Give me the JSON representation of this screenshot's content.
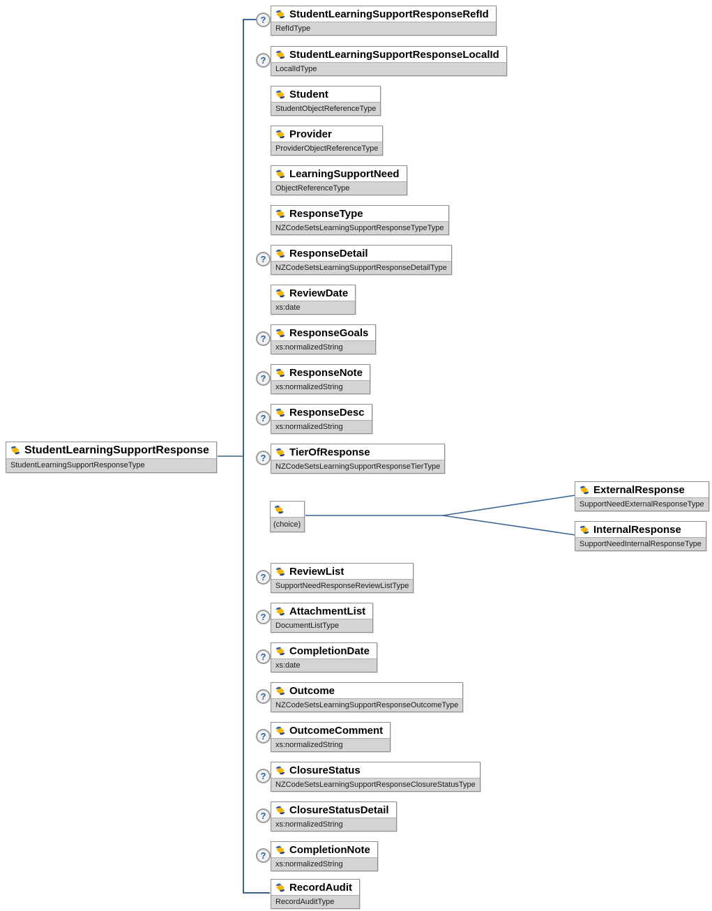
{
  "diagram": {
    "root": {
      "name": "StudentLearningSupportResponse",
      "type": "StudentLearningSupportResponseType"
    },
    "optional_indicator": "?",
    "children": [
      {
        "name": "StudentLearningSupportResponseRefId",
        "type": "RefIdType",
        "optional": true
      },
      {
        "name": "StudentLearningSupportResponseLocalId",
        "type": "LocalIdType",
        "optional": true
      },
      {
        "name": "Student",
        "type": "StudentObjectReferenceType",
        "optional": false
      },
      {
        "name": "Provider",
        "type": "ProviderObjectReferenceType",
        "optional": false
      },
      {
        "name": "LearningSupportNeed",
        "type": "ObjectReferenceType",
        "optional": false
      },
      {
        "name": "ResponseType",
        "type": "NZCodeSetsLearningSupportResponseTypeType",
        "optional": false
      },
      {
        "name": "ResponseDetail",
        "type": "NZCodeSetsLearningSupportResponseDetailType",
        "optional": true
      },
      {
        "name": "ReviewDate",
        "type": "xs:date",
        "optional": false
      },
      {
        "name": "ResponseGoals",
        "type": "xs:normalizedString",
        "optional": true
      },
      {
        "name": "ResponseNote",
        "type": "xs:normalizedString",
        "optional": true
      },
      {
        "name": "ResponseDesc",
        "type": "xs:normalizedString",
        "optional": true
      },
      {
        "name": "TierOfResponse",
        "type": "NZCodeSetsLearningSupportResponseTierType",
        "optional": true
      },
      {
        "kind": "choice",
        "label": "(choice)",
        "branches": [
          {
            "name": "ExternalResponse",
            "type": "SupportNeedExternalResponseType"
          },
          {
            "name": "InternalResponse",
            "type": "SupportNeedInternalResponseType"
          }
        ]
      },
      {
        "name": "ReviewList",
        "type": "SupportNeedResponseReviewListType",
        "optional": true
      },
      {
        "name": "AttachmentList",
        "type": "DocumentListType",
        "optional": true
      },
      {
        "name": "CompletionDate",
        "type": "xs:date",
        "optional": true
      },
      {
        "name": "Outcome",
        "type": "NZCodeSetsLearningSupportResponseOutcomeType",
        "optional": true
      },
      {
        "name": "OutcomeComment",
        "type": "xs:normalizedString",
        "optional": true
      },
      {
        "name": "ClosureStatus",
        "type": "NZCodeSetsLearningSupportResponseClosureStatusType",
        "optional": true
      },
      {
        "name": "ClosureStatusDetail",
        "type": "xs:normalizedString",
        "optional": true
      },
      {
        "name": "CompletionNote",
        "type": "xs:normalizedString",
        "optional": true
      },
      {
        "name": "RecordAudit",
        "type": "RecordAuditType",
        "optional": false
      }
    ]
  },
  "colors": {
    "connector_line": "#39648f",
    "box_border": "#8f8f8f",
    "type_row_bg": "#d4d4d4",
    "optional_mark": "#2e64a0",
    "icon_yellow": "#f5b400",
    "icon_blue": "#2a5db0",
    "icon_navy": "#1b3f7e"
  }
}
